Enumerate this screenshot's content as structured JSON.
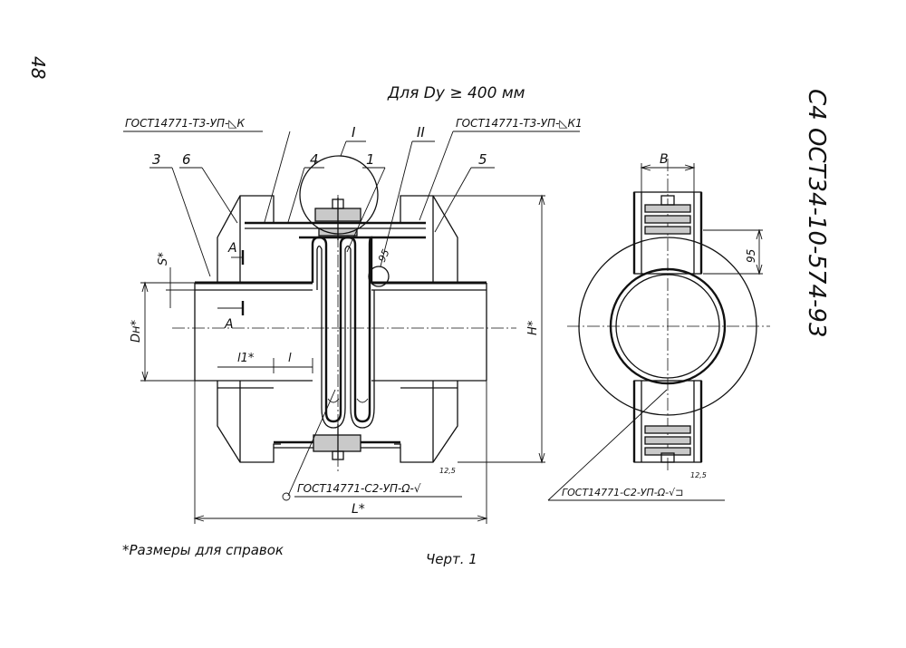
{
  "page_number": "48",
  "title": "Для Dу ≥ 400 мм",
  "document_code": "С4 ОСТ34-10-574-93",
  "callouts": {
    "weld_top_left": "ГОСТ14771-Т3-УП-◺К",
    "weld_top_right": "ГОСТ14771-Т3-УП-◺К1",
    "weld_bottom": "ГОСТ14771-С2-УП-Ω-√",
    "weld_right": "ГОСТ14771-С2-УП-Ω-√⊐",
    "roughness": "12,5"
  },
  "details": {
    "detail_1": "I",
    "detail_2": "II"
  },
  "positions": [
    "3",
    "6",
    "4",
    "1",
    "5"
  ],
  "dimensions": {
    "s": "S*",
    "dn": "Dн*",
    "l1": "l1*",
    "l": "l",
    "h": "H*",
    "L": "L*",
    "b": "B",
    "d95_front": "95",
    "d95_side": "95"
  },
  "section_marks": {
    "top": "А",
    "bottom": "А"
  },
  "footnote": "*Размеры для справок",
  "figure_caption": "Черт. 1"
}
